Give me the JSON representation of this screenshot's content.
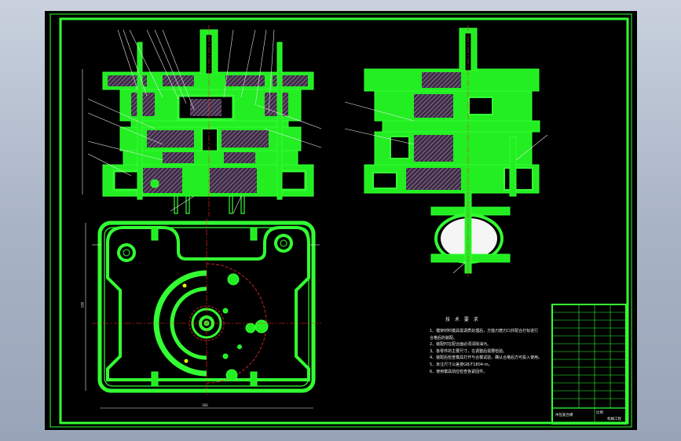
{
  "notes": {
    "title": "技 术 要 求",
    "items": [
      "1、模架材料模具需调质处理后，方能刃磨刃口并配合打标进行",
      "    合格后的装配。",
      "2、装配时在配合面必须清除油污。",
      "3、各零件的主要尺寸，在调整后需要检验。",
      "4、装配后检查模具打开与合模试验，确认合格后方可投入使用。",
      "5、未注尺寸公差按GB/T1804-m。",
      "6、使用模具前应检查各紧固件。"
    ]
  },
  "title_block": {
    "bottom_left": "冲压复合模",
    "bottom_mid": "比例",
    "bottom_right": "机械工程"
  },
  "dimensions": {
    "plan_width": "160",
    "plan_height": "180"
  },
  "colors": {
    "line": "#33ff33",
    "center_line": "#ff2a2a",
    "background": "#000000",
    "leader": "#e8e8e8"
  }
}
